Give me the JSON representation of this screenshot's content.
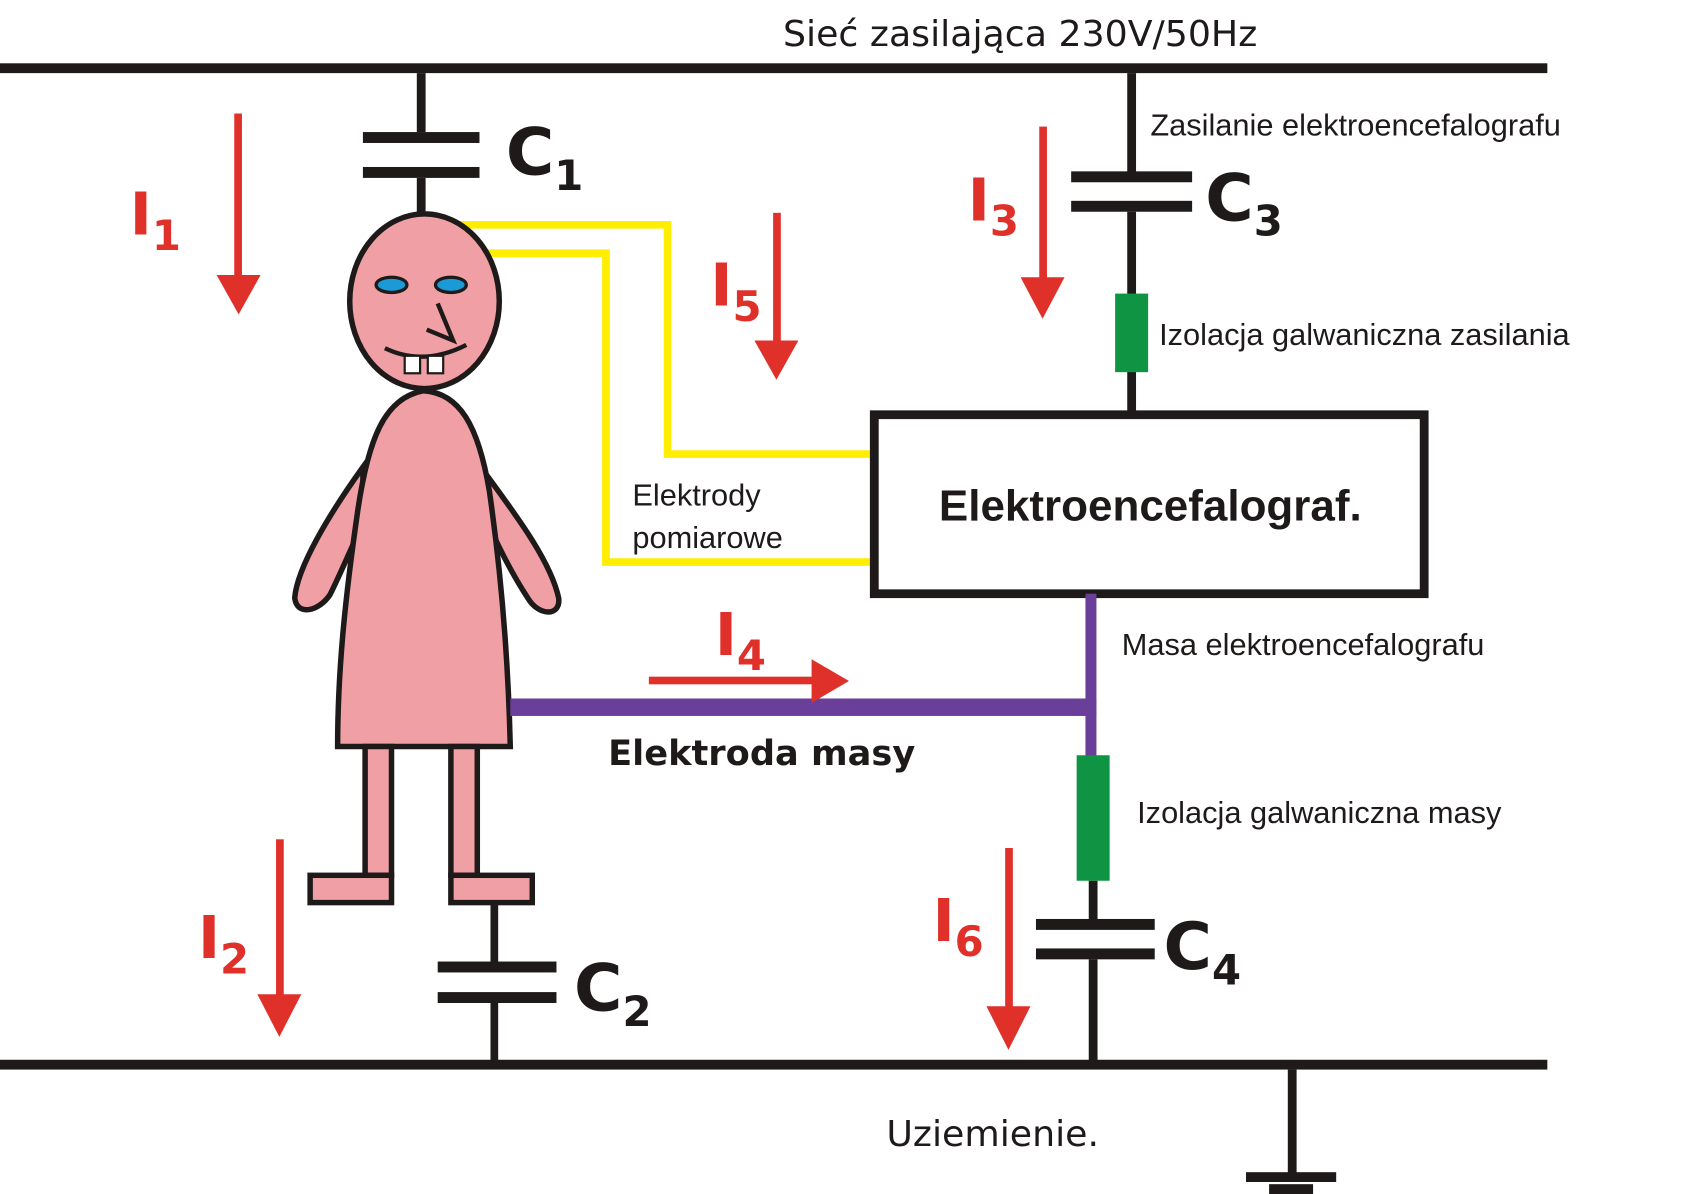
{
  "labels": {
    "mains": "Sieć zasilająca 230V/50Hz",
    "eeg_power": "Zasilanie elektroencefalografu",
    "power_isolation": "Izolacja galwaniczna zasilania",
    "eeg_device": "Elektroencefalograf.",
    "measuring_electrodes_line1": "Elektrody",
    "measuring_electrodes_line2": "pomiarowe",
    "eeg_ground": "Masa elektroencefalografu",
    "ground_electrode": "Elektroda masy",
    "ground_isolation": "Izolacja galwaniczna masy",
    "earth": "Uziemienie."
  },
  "capacitors": [
    {
      "letter": "C",
      "index": "1"
    },
    {
      "letter": "C",
      "index": "2"
    },
    {
      "letter": "C",
      "index": "3"
    },
    {
      "letter": "C",
      "index": "4"
    }
  ],
  "currents": [
    {
      "letter": "I",
      "index": "1",
      "direction": "down"
    },
    {
      "letter": "I",
      "index": "2",
      "direction": "down"
    },
    {
      "letter": "I",
      "index": "3",
      "direction": "down"
    },
    {
      "letter": "I",
      "index": "4",
      "direction": "right"
    },
    {
      "letter": "I",
      "index": "5",
      "direction": "down"
    },
    {
      "letter": "I",
      "index": "6",
      "direction": "down"
    }
  ],
  "colors": {
    "wire": "#1e1a1a",
    "current": "#e0302a",
    "electrode_wire": "#ffee00",
    "ground_wire": "#6a3f9a",
    "isolation": "#0f9444",
    "skin": "#f0a0a4",
    "eye": "#1a9ad6"
  }
}
